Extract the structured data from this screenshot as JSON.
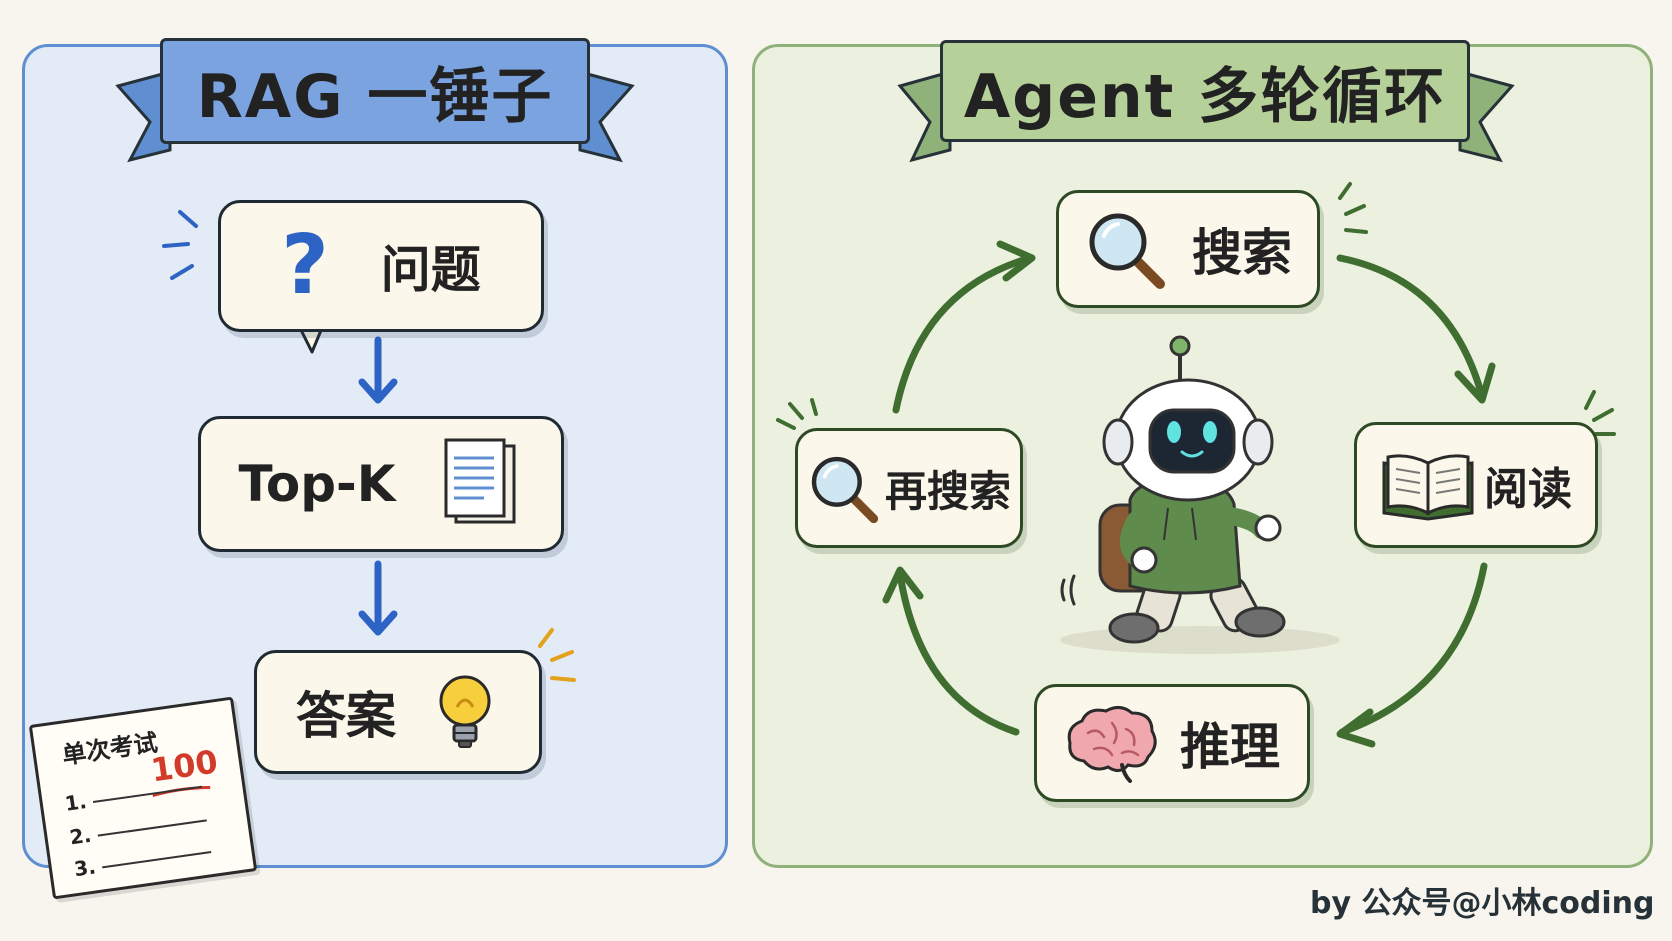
{
  "left_panel": {
    "title": "RAG 一锤子",
    "question_label": "问题",
    "topk_label": "Top-K",
    "answer_label": "答案",
    "note": {
      "title": "单次考试",
      "score": "100",
      "lines": [
        "1.",
        "2.",
        "3."
      ]
    }
  },
  "right_panel": {
    "title": "Agent 多轮循环",
    "nodes": {
      "search": "搜索",
      "read": "阅读",
      "reason": "推理",
      "research": "再搜索"
    }
  },
  "credit": "by 公众号@小林coding",
  "colors": {
    "left_bg": "#e3ebf6",
    "left_accent": "#7aa3e0",
    "right_bg": "#ebf0df",
    "right_accent": "#b6d09a",
    "arrow_blue": "#2c63c4",
    "arrow_green": "#3f6e30"
  },
  "icons": [
    "question-mark-icon",
    "documents-icon",
    "lightbulb-icon",
    "magnifier-icon",
    "open-book-icon",
    "brain-icon",
    "robot-mascot"
  ]
}
